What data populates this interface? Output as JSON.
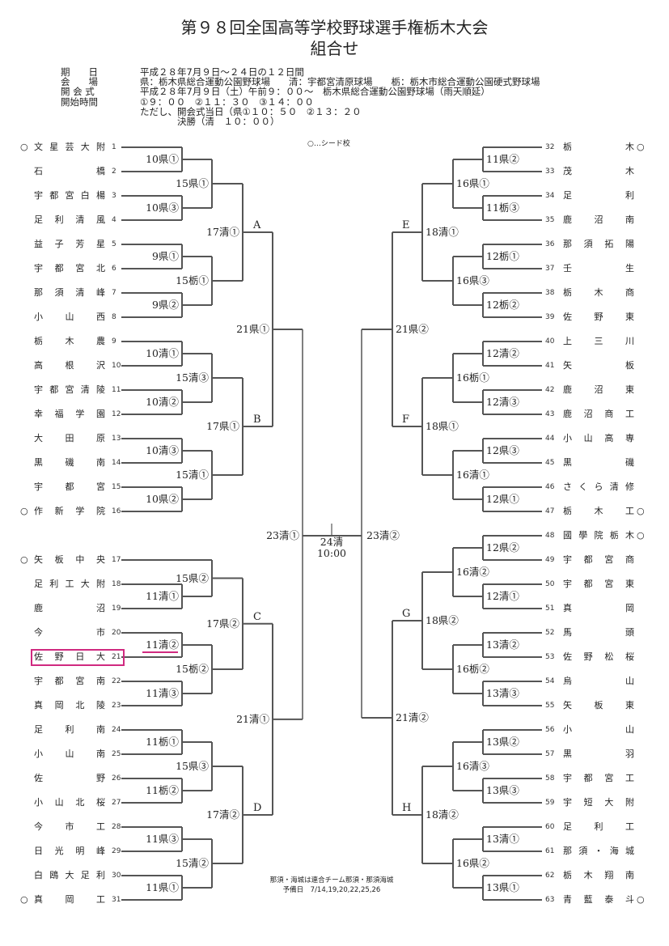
{
  "header": {
    "title_line1": "第９８回全国高等学校野球選手権栃木大会",
    "title_line2": "組合せ"
  },
  "info": [
    {
      "label": "期　　日",
      "value": "平成２８年7月９日～２４日の１２日間"
    },
    {
      "label": "会　　場",
      "value": "県：栃木県総合運動公園野球場　　清：宇都宮清原球場　　栃：栃木市総合運動公園硬式野球場"
    },
    {
      "label": "開 会 式",
      "value": "平成２８年7月９日（土）午前９：００～　栃木県総合運動公園野球場（雨天順延）"
    },
    {
      "label": "開始時間",
      "value": "①９：００　②１１：３０　③１４：００"
    },
    {
      "label": "",
      "value": "ただし、開会式当日（県①１０：５０　②１３：２０"
    },
    {
      "label": "",
      "value": "　　　　決勝（清　１０：００）"
    }
  ],
  "legend": "○…シード校",
  "left_teams": [
    {
      "num": "1",
      "name": "文星芸大附",
      "seed": true
    },
    {
      "num": "2",
      "name": "石橋",
      "seed": false
    },
    {
      "num": "3",
      "name": "宇都宮白楊",
      "seed": false
    },
    {
      "num": "4",
      "name": "足利清風",
      "seed": false
    },
    {
      "num": "5",
      "name": "益子芳星",
      "seed": false
    },
    {
      "num": "6",
      "name": "宇都宮北",
      "seed": false
    },
    {
      "num": "7",
      "name": "那須清峰",
      "seed": false
    },
    {
      "num": "8",
      "name": "小山西",
      "seed": false
    },
    {
      "num": "9",
      "name": "栃木農",
      "seed": false
    },
    {
      "num": "10",
      "name": "高根沢",
      "seed": false
    },
    {
      "num": "11",
      "name": "宇都宮清陵",
      "seed": false
    },
    {
      "num": "12",
      "name": "幸福学園",
      "seed": false
    },
    {
      "num": "13",
      "name": "大田原",
      "seed": false
    },
    {
      "num": "14",
      "name": "黒磯南",
      "seed": false
    },
    {
      "num": "15",
      "name": "宇都宮",
      "seed": false
    },
    {
      "num": "16",
      "name": "作新学院",
      "seed": true
    },
    {
      "num": "17",
      "name": "矢板中央",
      "seed": true
    },
    {
      "num": "18",
      "name": "足利工大附",
      "seed": false
    },
    {
      "num": "19",
      "name": "鹿沼",
      "seed": false
    },
    {
      "num": "20",
      "name": "今市",
      "seed": false
    },
    {
      "num": "21",
      "name": "佐野日大",
      "seed": false,
      "highlighted": true
    },
    {
      "num": "22",
      "name": "宇都宮南",
      "seed": false
    },
    {
      "num": "23",
      "name": "真岡北陵",
      "seed": false
    },
    {
      "num": "24",
      "name": "足利南",
      "seed": false
    },
    {
      "num": "25",
      "name": "小山南",
      "seed": false
    },
    {
      "num": "26",
      "name": "佐野",
      "seed": false
    },
    {
      "num": "27",
      "name": "小山北桜",
      "seed": false
    },
    {
      "num": "28",
      "name": "今市工",
      "seed": false
    },
    {
      "num": "29",
      "name": "日光明峰",
      "seed": false
    },
    {
      "num": "30",
      "name": "白鴎大足利",
      "seed": false
    },
    {
      "num": "31",
      "name": "真岡工",
      "seed": true
    }
  ],
  "right_teams": [
    {
      "num": "32",
      "name": "栃木",
      "seed": true
    },
    {
      "num": "33",
      "name": "茂木",
      "seed": false
    },
    {
      "num": "34",
      "name": "足利",
      "seed": false
    },
    {
      "num": "35",
      "name": "鹿沼南",
      "seed": false
    },
    {
      "num": "36",
      "name": "那須拓陽",
      "seed": false
    },
    {
      "num": "37",
      "name": "壬生",
      "seed": false
    },
    {
      "num": "38",
      "name": "栃木商",
      "seed": false
    },
    {
      "num": "39",
      "name": "佐野東",
      "seed": false
    },
    {
      "num": "40",
      "name": "上三川",
      "seed": false
    },
    {
      "num": "41",
      "name": "矢板",
      "seed": false
    },
    {
      "num": "42",
      "name": "鹿沼東",
      "seed": false
    },
    {
      "num": "43",
      "name": "鹿沼商工",
      "seed": false
    },
    {
      "num": "44",
      "name": "小山高専",
      "seed": false
    },
    {
      "num": "45",
      "name": "黒磯",
      "seed": false
    },
    {
      "num": "46",
      "name": "さくら清修",
      "seed": false
    },
    {
      "num": "47",
      "name": "栃木工",
      "seed": true
    },
    {
      "num": "48",
      "name": "國學院栃木",
      "seed": true
    },
    {
      "num": "49",
      "name": "宇都宮商",
      "seed": false
    },
    {
      "num": "50",
      "name": "宇都宮東",
      "seed": false
    },
    {
      "num": "51",
      "name": "真岡",
      "seed": false
    },
    {
      "num": "52",
      "name": "馬頭",
      "seed": false
    },
    {
      "num": "53",
      "name": "佐野松桜",
      "seed": false
    },
    {
      "num": "54",
      "name": "烏山",
      "seed": false
    },
    {
      "num": "55",
      "name": "矢板東",
      "seed": false
    },
    {
      "num": "56",
      "name": "小山",
      "seed": false
    },
    {
      "num": "57",
      "name": "黒羽",
      "seed": false
    },
    {
      "num": "58",
      "name": "宇都宮工",
      "seed": false
    },
    {
      "num": "59",
      "name": "宇短大附",
      "seed": false
    },
    {
      "num": "60",
      "name": "足利工",
      "seed": false
    },
    {
      "num": "61",
      "name": "那須・海城",
      "seed": false
    },
    {
      "num": "62",
      "name": "栃木翔南",
      "seed": false
    },
    {
      "num": "63",
      "name": "青藍泰斗",
      "seed": true
    }
  ],
  "left_games": {
    "r1": [
      "10県①",
      "10県③",
      "9県①",
      "9県②",
      "10清①",
      "10清②",
      "10清③",
      "10県②",
      "11清①",
      "11清②",
      "11清③",
      "11栃①",
      "11栃②",
      "11県③",
      "11県①"
    ],
    "r2": [
      "15県①",
      "15栃①",
      "15清③",
      "15清①",
      "15県②",
      "15栃②",
      "15県③",
      "15清②"
    ],
    "r3": [
      "17清①",
      "17県①",
      "17県②",
      "17清②"
    ],
    "blocks": [
      "A",
      "B",
      "C",
      "D"
    ],
    "r4": [
      "21県①",
      "21清①"
    ],
    "semi": "23清①"
  },
  "right_games": {
    "r1": [
      "11県②",
      "11栃③",
      "12栃①",
      "12栃②",
      "12清②",
      "12清③",
      "12県③",
      "12県①",
      "12県②",
      "12清①",
      "13清②",
      "13清③",
      "13県②",
      "13県③",
      "13清①",
      "13県①"
    ],
    "r2": [
      "16県①",
      "16県③",
      "16栃①",
      "16清①",
      "16清②",
      "16栃②",
      "16清③",
      "16県②"
    ],
    "r3": [
      "18清①",
      "18県①",
      "18県②",
      "18清②"
    ],
    "blocks": [
      "E",
      "F",
      "G",
      "H"
    ],
    "r4": [
      "21県②",
      "21清②"
    ],
    "semi": "23清②"
  },
  "final": {
    "label": "24清",
    "time": "10:00"
  },
  "notes": {
    "line1": "那須・海城は連合チーム那須・那須海城",
    "line2": "予備日　7/14,19,20,22,25,26"
  },
  "colors": {
    "line": "#555555",
    "highlight": "#d02a80"
  }
}
